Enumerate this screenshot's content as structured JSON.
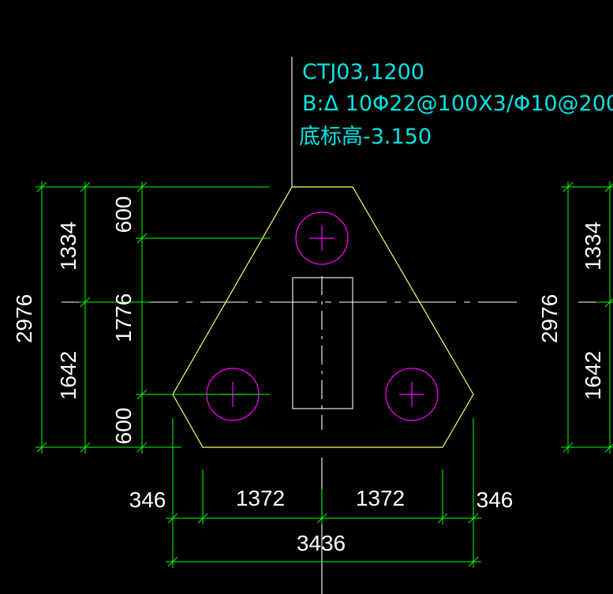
{
  "annotation": {
    "line1": "CTJ03,1200",
    "line2": "B:Δ 10Φ22@100X3/Φ10@200",
    "line3": "底标高-3.150"
  },
  "dimensions": {
    "left_total": "2976",
    "left_upper": "1334",
    "left_lower": "1642",
    "mid_top": "600",
    "mid_center": "1776",
    "mid_bottom": "600",
    "right_total": "2976",
    "right_upper": "1334",
    "right_lower": "1642",
    "bottom_left_edge": "346",
    "bottom_left_span": "1372",
    "bottom_right_span": "1372",
    "bottom_right_edge": "346",
    "bottom_total": "3436"
  },
  "colors": {
    "background": "#000000",
    "dimension_lines": "#00ff00",
    "outline": "#ffff66",
    "piles": "#ff00ff",
    "text_dims": "#ffffff",
    "text_notes": "#00e5e5"
  }
}
